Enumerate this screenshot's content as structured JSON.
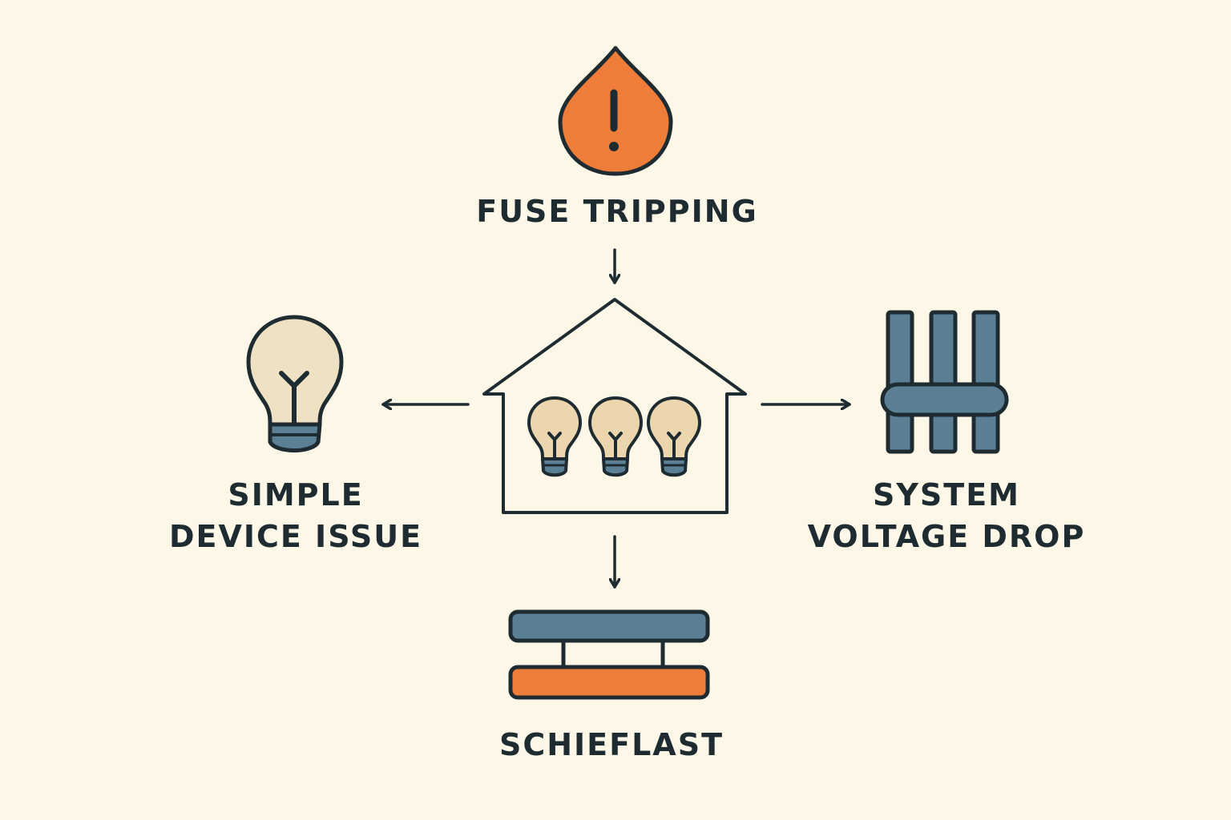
{
  "colors": {
    "background": "#fdf7e8",
    "ink": "#1e2b31",
    "warning_orange": "#ef7d3a",
    "steel_blue": "#5b7f95",
    "bulb_cream": "#efe2c4",
    "bulb_tan": "#ecd6ad"
  },
  "nodes": {
    "top": {
      "label": "FUSE TRIPPING",
      "icon": "warning-drop-icon"
    },
    "center": {
      "icon": "house-with-bulbs-icon"
    },
    "left": {
      "label_line1": "SIMPLE",
      "label_line2": "DEVICE ISSUE",
      "icon": "light-bulb-icon"
    },
    "right": {
      "label_line1": "SYSTEM",
      "label_line2": "VOLTAGE DROP",
      "icon": "busbar-icon"
    },
    "bottom": {
      "label": "SCHIEFLAST",
      "icon": "unbalanced-load-icon"
    }
  }
}
